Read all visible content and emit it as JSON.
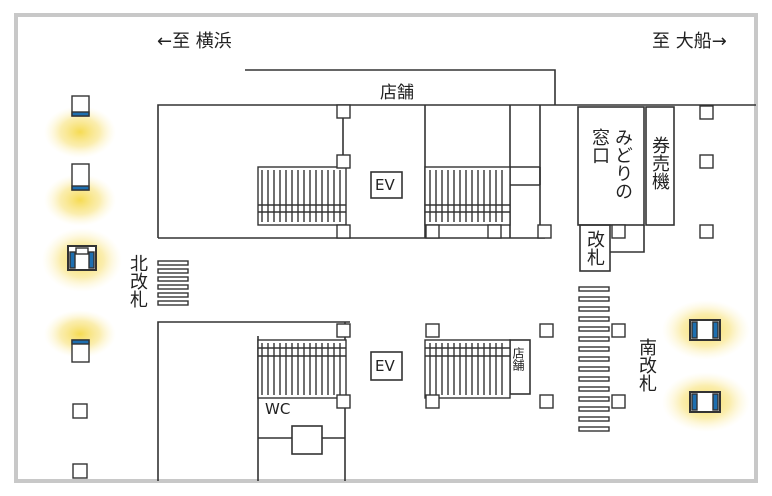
{
  "directions": {
    "to_yokohama": "←至 横浜",
    "to_ofuna": "至 大船→"
  },
  "labels": {
    "shops_top": "店舗",
    "shops_small": "店舗",
    "ev_top": "EV",
    "ev_bottom": "EV",
    "wc": "WC",
    "midori_col1": "みどりの",
    "midori_col2": "窓口",
    "ticket_machines": "券売機",
    "gate_small": "改札",
    "north_gate": "北改札",
    "south_gate": "南改札"
  },
  "colors": {
    "frame": "#c8c8c8",
    "lines": "#333333",
    "pillar_fill": "#ffffff",
    "highlight": "#f7df5a",
    "marker_blue": "#1e6fb0"
  }
}
